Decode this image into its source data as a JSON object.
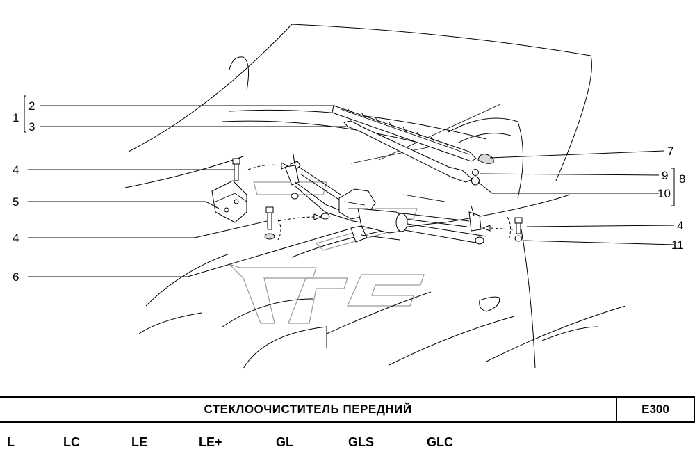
{
  "callouts": {
    "c1": "1",
    "c2": "2",
    "c3": "3",
    "c4a": "4",
    "c4b": "4",
    "c4c": "4",
    "c5": "5",
    "c6": "6",
    "c7": "7",
    "c8": "8",
    "c9": "9",
    "c10": "10",
    "c11": "11"
  },
  "footer": {
    "title": "СТЕКЛООЧИСТИТЕЛЬ  ПЕРЕДНИЙ",
    "code": "E300"
  },
  "trims": [
    "L",
    "LC",
    "LE",
    "LE+",
    "GL",
    "GLS",
    "GLC"
  ]
}
